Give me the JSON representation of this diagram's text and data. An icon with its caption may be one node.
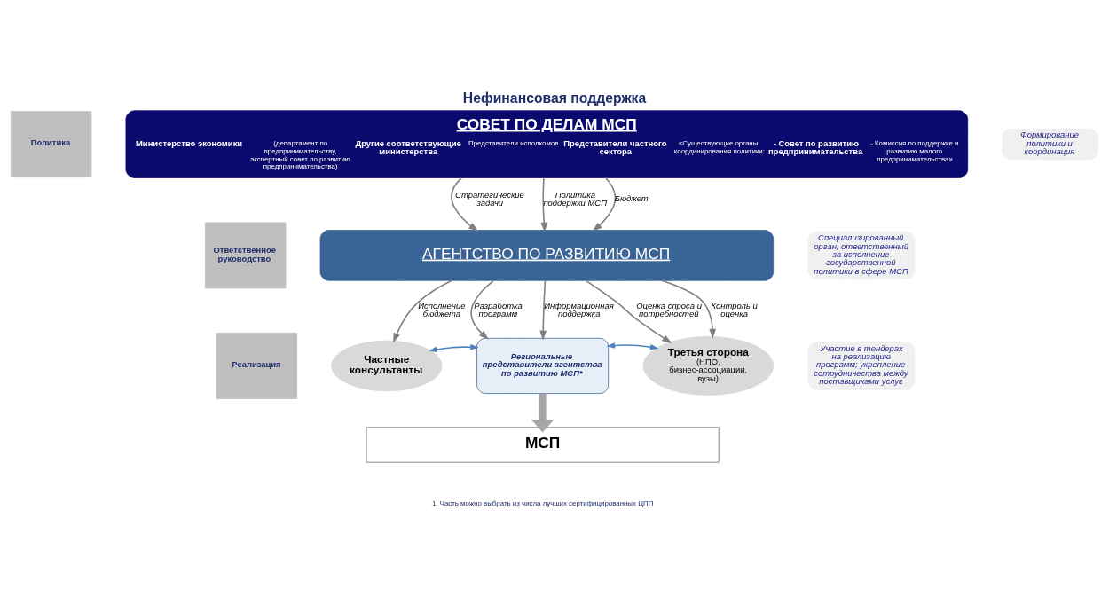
{
  "diagram": {
    "title": "Нефинансовая поддержка",
    "caption": "1. Часть можно выбрать из числа лучших сертифицированных ЦПП",
    "nodes": [
      {
        "text": [
          "Политика"
        ]
      },
      {
        "text": [
          "Ответственное руководство"
        ]
      },
      {
        "text": [
          "Реализация"
        ]
      },
      {
        "text": [
          "СОВЕТ ПО ДЕЛАМ МСП",
          "Министерство экономики",
          "(департамент по предпринимательству, экспертный совет по развитию предпринимательства)",
          "Другие соответствующие министерства",
          "Представители исполкомов",
          "Представители частного сектора",
          "«Существующие органы координирования политики:",
          "- Совет по развитию предпринимательства",
          "- Комиссия по поддержке и развитию малого предпринимательства»"
        ]
      },
      {
        "text": [
          "АГЕНТСТВО ПО РАЗВИТИЮ МСП"
        ]
      },
      {
        "text": [
          "Частные консультанты"
        ]
      },
      {
        "text": [
          "Региональные представители агентства по развитию МСП*"
        ]
      },
      {
        "text": [
          "Третья сторона",
          "(НПО, бизнес-ассоциации, вузы)"
        ]
      },
      {
        "text": [
          "МСП"
        ]
      },
      {
        "text": [
          "Формирование политики и координация"
        ]
      },
      {
        "text": [
          "Специализированный орган, ответственный за исполнение государственной политики в сфере МСП"
        ]
      },
      {
        "text": [
          "Участие в тендерах на реализацию программ; укрепление сотрудничества между поставщиками услуг"
        ]
      }
    ],
    "edges": [
      {
        "from": 3,
        "to": 4,
        "arrow": "to",
        "label": "Бюджет"
      },
      {
        "from": 3,
        "to": 4,
        "arrow": "to",
        "label": "Стратегические задачи"
      },
      {
        "from": 3,
        "to": 4,
        "arrow": "to",
        "label": "Политика поддержки МСП"
      },
      {
        "from": 4,
        "to": 5,
        "arrow": "to",
        "label": "Исполнение бюджета"
      },
      {
        "from": 4,
        "to": 6,
        "arrow": "to",
        "label": "Разработка программ"
      },
      {
        "from": 4,
        "to": 6,
        "arrow": "to",
        "label": "Информационная поддержка"
      },
      {
        "from": 4,
        "to": 7,
        "arrow": "to",
        "label": "Оценка спроса и потребностей"
      },
      {
        "from": 4,
        "to": 7,
        "arrow": "to",
        "label": "Контроль и оценка"
      },
      {
        "from": 5,
        "to": 6,
        "arrow": "both",
        "color": "#4f81bd"
      },
      {
        "from": 6,
        "to": 7,
        "arrow": "both",
        "color": "#4f81bd"
      },
      {
        "from": 6,
        "to": 8,
        "arrow": "to",
        "style": "thick",
        "color": "#a6a6a6"
      }
    ]
  }
}
